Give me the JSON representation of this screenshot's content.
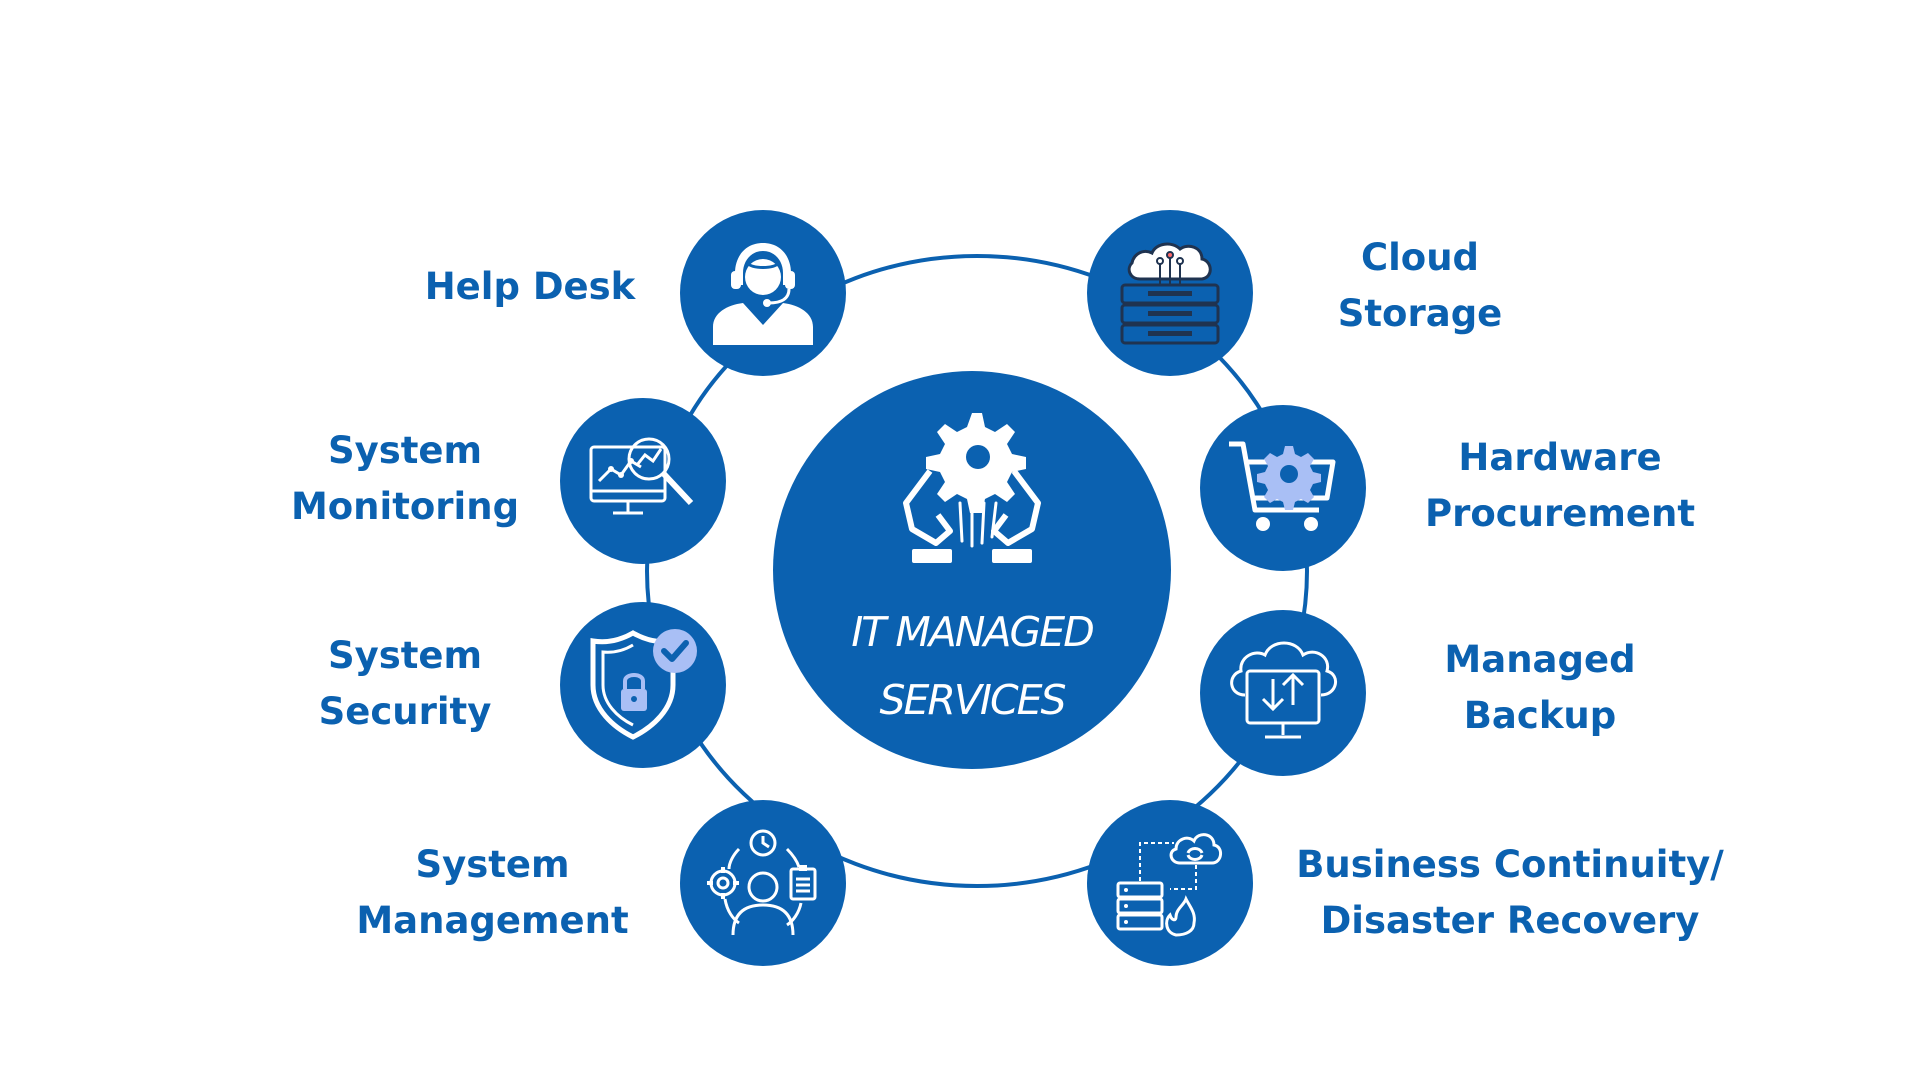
{
  "center": {
    "title_line1": "IT MANAGED",
    "title_line2": "SERVICES",
    "icon": "gear-hands-icon"
  },
  "nodes": [
    {
      "id": "help-desk",
      "lines": [
        "Help Desk"
      ],
      "icon": "headset-agent-icon"
    },
    {
      "id": "cloud-storage",
      "lines": [
        "Cloud",
        "Storage"
      ],
      "icon": "cloud-server-icon"
    },
    {
      "id": "system-monitoring",
      "lines": [
        "System",
        "Monitoring"
      ],
      "icon": "monitor-magnifier-icon"
    },
    {
      "id": "hardware-procurement",
      "lines": [
        "Hardware",
        "Procurement"
      ],
      "icon": "cart-gear-icon"
    },
    {
      "id": "system-security",
      "lines": [
        "System",
        "Security"
      ],
      "icon": "shield-lock-icon"
    },
    {
      "id": "managed-backup",
      "lines": [
        "Managed",
        "Backup"
      ],
      "icon": "cloud-monitor-transfer-icon"
    },
    {
      "id": "system-management",
      "lines": [
        "System",
        "Management"
      ],
      "icon": "person-gear-clipboard-icon"
    },
    {
      "id": "business-continuity",
      "lines": [
        "Business Continuity/",
        "Disaster Recovery"
      ],
      "icon": "server-fire-cloud-icon"
    }
  ],
  "colors": {
    "primary": "#0B61B0",
    "accent": "#A9BFF5",
    "icon_dark": "#1F3350",
    "background": "#ffffff"
  }
}
